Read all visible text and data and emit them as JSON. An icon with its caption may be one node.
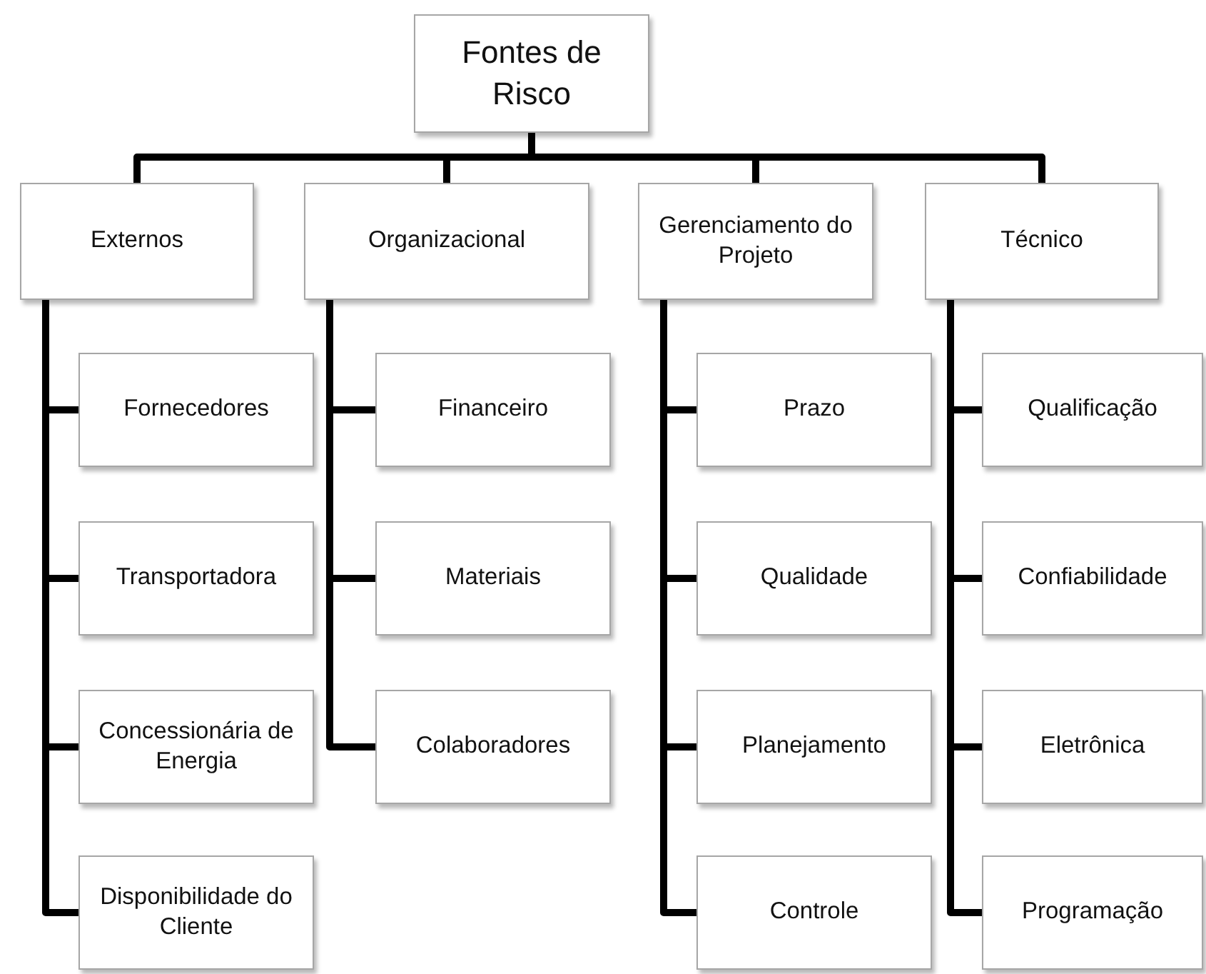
{
  "diagram": {
    "nodes": [
      {
        "text": [
          "Fontes de Risco"
        ]
      },
      {
        "text": [
          "Externos"
        ]
      },
      {
        "text": [
          "Organizacional"
        ]
      },
      {
        "text": [
          "Gerenciamento do Projeto"
        ]
      },
      {
        "text": [
          "Técnico"
        ]
      },
      {
        "text": [
          "Fornecedores"
        ]
      },
      {
        "text": [
          "Transportadora"
        ]
      },
      {
        "text": [
          "Concessionária de Energia"
        ]
      },
      {
        "text": [
          "Disponibilidade do Cliente"
        ]
      },
      {
        "text": [
          "Financeiro"
        ]
      },
      {
        "text": [
          "Materiais"
        ]
      },
      {
        "text": [
          "Colaboradores"
        ]
      },
      {
        "text": [
          "Prazo"
        ]
      },
      {
        "text": [
          "Qualidade"
        ]
      },
      {
        "text": [
          "Planejamento"
        ]
      },
      {
        "text": [
          "Controle"
        ]
      },
      {
        "text": [
          "Qualificação"
        ]
      },
      {
        "text": [
          "Confiabilidade"
        ]
      },
      {
        "text": [
          "Eletrônica"
        ]
      },
      {
        "text": [
          "Programação"
        ]
      }
    ],
    "edges": [
      {
        "from": 0,
        "to": 1,
        "arrow": "none"
      },
      {
        "from": 0,
        "to": 2,
        "arrow": "none"
      },
      {
        "from": 0,
        "to": 3,
        "arrow": "none"
      },
      {
        "from": 0,
        "to": 4,
        "arrow": "none"
      },
      {
        "from": 1,
        "to": 5,
        "arrow": "none"
      },
      {
        "from": 1,
        "to": 6,
        "arrow": "none"
      },
      {
        "from": 1,
        "to": 7,
        "arrow": "none"
      },
      {
        "from": 1,
        "to": 8,
        "arrow": "none"
      },
      {
        "from": 2,
        "to": 9,
        "arrow": "none"
      },
      {
        "from": 2,
        "to": 10,
        "arrow": "none"
      },
      {
        "from": 2,
        "to": 11,
        "arrow": "none"
      },
      {
        "from": 3,
        "to": 12,
        "arrow": "none"
      },
      {
        "from": 3,
        "to": 13,
        "arrow": "none"
      },
      {
        "from": 3,
        "to": 14,
        "arrow": "none"
      },
      {
        "from": 3,
        "to": 15,
        "arrow": "none"
      },
      {
        "from": 4,
        "to": 16,
        "arrow": "none"
      },
      {
        "from": 4,
        "to": 17,
        "arrow": "none"
      },
      {
        "from": 4,
        "to": 18,
        "arrow": "none"
      },
      {
        "from": 4,
        "to": 19,
        "arrow": "none"
      }
    ]
  }
}
